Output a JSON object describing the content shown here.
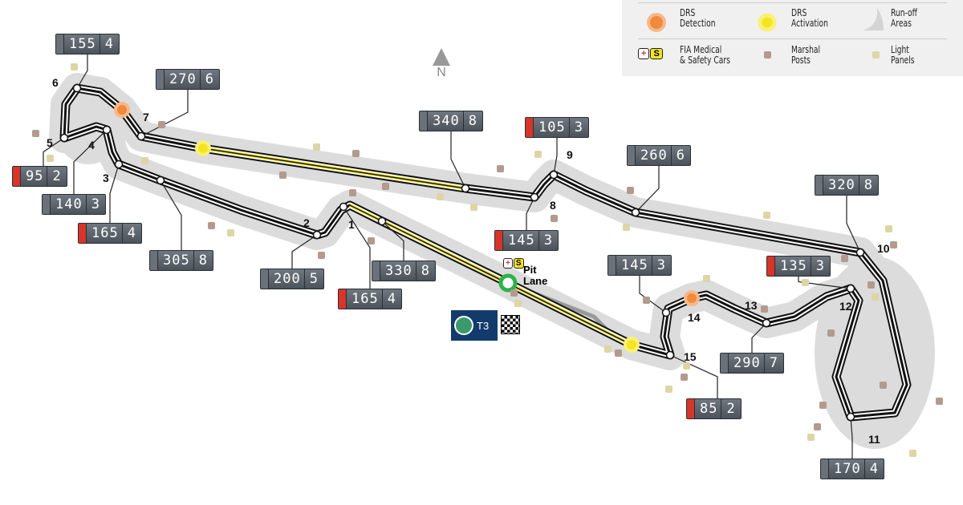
{
  "legend": {
    "drs_detection": "DRS\nDetection",
    "drs_activation": "DRS\nActivation",
    "runoff": "Run-off\nAreas",
    "medical": "FIA Medical\n& Safety Cars",
    "marshal": "Marshal\nPosts",
    "light": "Light\nPanels",
    "medical_symbol": "+",
    "safety_symbol": "S"
  },
  "north": "N",
  "pit_label": "Pit\nLane",
  "sponsor_label": "T3",
  "colors": {
    "drs_detection": "#f08a3c",
    "drs_activation": "#f5e51e",
    "braking": "#d8352a",
    "runoff": "#dcdcdc"
  },
  "turns": [
    "1",
    "2",
    "3",
    "4",
    "5",
    "6",
    "7",
    "8",
    "9",
    "10",
    "11",
    "12",
    "13",
    "14",
    "15"
  ],
  "speed_boxes": [
    {
      "speed": "155",
      "gear": "4",
      "braking": false
    },
    {
      "speed": "270",
      "gear": "6",
      "braking": false
    },
    {
      "speed": "95",
      "gear": "2",
      "braking": true
    },
    {
      "speed": "140",
      "gear": "3",
      "braking": false
    },
    {
      "speed": "165",
      "gear": "4",
      "braking": true
    },
    {
      "speed": "305",
      "gear": "8",
      "braking": false
    },
    {
      "speed": "200",
      "gear": "5",
      "braking": false
    },
    {
      "speed": "165",
      "gear": "4",
      "braking": true
    },
    {
      "speed": "330",
      "gear": "8",
      "braking": false
    },
    {
      "speed": "340",
      "gear": "8",
      "braking": false
    },
    {
      "speed": "105",
      "gear": "3",
      "braking": true
    },
    {
      "speed": "145",
      "gear": "3",
      "braking": true
    },
    {
      "speed": "260",
      "gear": "6",
      "braking": false
    },
    {
      "speed": "320",
      "gear": "8",
      "braking": false
    },
    {
      "speed": "135",
      "gear": "3",
      "braking": true
    },
    {
      "speed": "145",
      "gear": "3",
      "braking": false
    },
    {
      "speed": "290",
      "gear": "7",
      "braking": false
    },
    {
      "speed": "85",
      "gear": "2",
      "braking": true
    },
    {
      "speed": "170",
      "gear": "4",
      "braking": false
    }
  ]
}
